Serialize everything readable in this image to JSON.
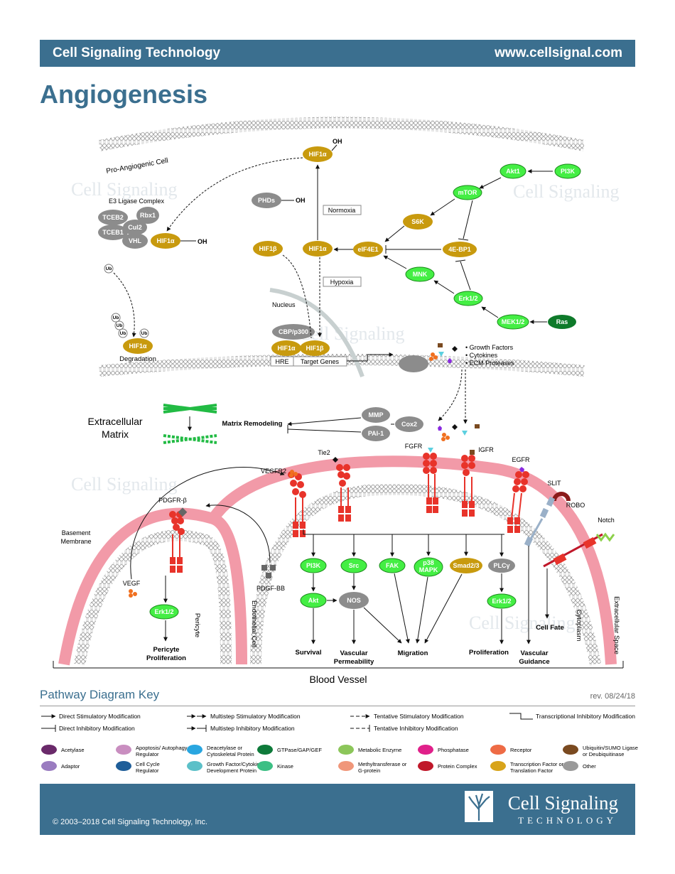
{
  "header": {
    "brand": "Cell Signaling Technology",
    "url": "www.cellsignal.com"
  },
  "title": "Angiogenesis",
  "labels": {
    "pro_cell": "Pro-Angiogenic Cell",
    "e3": "E3 Ligase Complex",
    "tceb2": "TCEB2",
    "rbx1": "Rbx1",
    "cul2": "Cul2",
    "tceb1": "TCEB1",
    "vhl": "VHL",
    "hif1a": "HIF1α",
    "oh": "OH",
    "ub": "Ub",
    "degradation": "Degradation",
    "phds": "PHDs",
    "normoxia": "Normoxia",
    "hypoxia": "Hypoxia",
    "hif1b": "HIF1β",
    "eif4e1": "eIF4E1",
    "ebp1": "4E-BP1",
    "s6k": "S6K",
    "mtor": "mTOR",
    "akt1": "Akt1",
    "pi3k": "PI3K",
    "mnk": "MNK",
    "erk12": "Erk1/2",
    "mek12": "MEK1/2",
    "ras": "Ras",
    "nucleus": "Nucleus",
    "cbp": "CBP/p300",
    "hre": "HRE",
    "target": "Target Genes",
    "gf": "• Growth Factors",
    "cyt": "• Cytokines",
    "ecm": "• ECM Proteases",
    "ecmatrix1": "Extracellular",
    "ecmatrix2": "Matrix",
    "matrix_remodel": "Matrix Remodeling",
    "mmp": "MMP",
    "pai1": "PAI-1",
    "cox2": "Cox2",
    "tie2": "Tie2",
    "fgfr": "FGFR",
    "igfr": "IGFR",
    "egfr": "EGFR",
    "vegfr2": "VEGFR2",
    "pdgfrb": "PDGFR-β",
    "slit": "SLIT",
    "robo": "ROBO",
    "notch": "Notch",
    "basement1": "Basement",
    "basement2": "Membrane",
    "vegf": "VEGF",
    "pdgfbb": "PDGF-BB",
    "pericyte": "Pericyte",
    "endo": "Endothelial Cell",
    "pericyte_prolif1": "Pericyte",
    "pericyte_prolif2": "Proliferation",
    "akt": "Akt",
    "src": "Src",
    "nos": "NOS",
    "fak": "FAK",
    "p38a": "p38",
    "p38b": "MAPK",
    "smad": "Smad2/3",
    "plcg": "PLCγ",
    "survival": "Survival",
    "vascperm1": "Vascular",
    "vascperm2": "Permeability",
    "migration": "Migration",
    "proliferation": "Proliferation",
    "vascguid1": "Vascular",
    "vascguid2": "Guidance",
    "cellfate": "Cell Fate",
    "cytoplasm": "Cytoplasm",
    "extraspace": "Extracellular Space",
    "bloodvessel": "Blood Vessel",
    "wm1": "Cell Signaling",
    "wm2": "TECHNOLOGY"
  },
  "key": {
    "heading": "Pathway Diagram Key",
    "rev": "rev. 08/24/18",
    "arrows": [
      "Direct Stimulatory Modification",
      "Direct Inhibitory Modification",
      "Multistep Stimulatory Modification",
      "Multistep Inhibitory Modification",
      "Tentative Stimulatory Modification",
      "Tentative Inhibitory Modification",
      "Transcriptional Inhibitory Modification"
    ],
    "types": [
      {
        "label": "Acetylase",
        "color": "#6a2a6a"
      },
      {
        "label": "Adaptor",
        "color": "#9a7cc0"
      },
      {
        "label": "Apoptosis/ Autophagy Regulator",
        "color": "#c98ec0"
      },
      {
        "label": "Cell Cycle Regulator",
        "color": "#1f5e99"
      },
      {
        "label": "Deacetylase or Cytoskeletal Protein",
        "color": "#29a6e0"
      },
      {
        "label": "Growth Factor/Cytokine/ Development Protein",
        "color": "#5cc0c8"
      },
      {
        "label": "GTPase/GAP/GEF",
        "color": "#0e7a3a"
      },
      {
        "label": "Kinase",
        "color": "#3cbf84"
      },
      {
        "label": "Metabolic Enzyme",
        "color": "#8cc65a"
      },
      {
        "label": "Methyltransferase or G-protein",
        "color": "#f0977a"
      },
      {
        "label": "Phosphatase",
        "color": "#e0208a"
      },
      {
        "label": "Protein Complex",
        "color": "#c0182a"
      },
      {
        "label": "Receptor",
        "color": "#ee6b45"
      },
      {
        "label": "Transcription Factor or Translation Factor",
        "color": "#d8a41a"
      },
      {
        "label": "Ubiquitin/SUMO Ligase or Deubiquitinase",
        "color": "#7a4a20"
      },
      {
        "label": "Other",
        "color": "#9a9a9a"
      }
    ]
  },
  "footer": {
    "copyright": "© 2003–2018 Cell Signaling Technology, Inc.",
    "brand": "Cell Signaling",
    "tech": "TECHNOLOGY"
  },
  "colors": {
    "brand": "#3b6f8f",
    "kinase": "#44ee44",
    "tf": "#c89a0e",
    "other": "#8c8c8c",
    "receptor": "#e8332a",
    "membrane": "#f29aa8"
  }
}
